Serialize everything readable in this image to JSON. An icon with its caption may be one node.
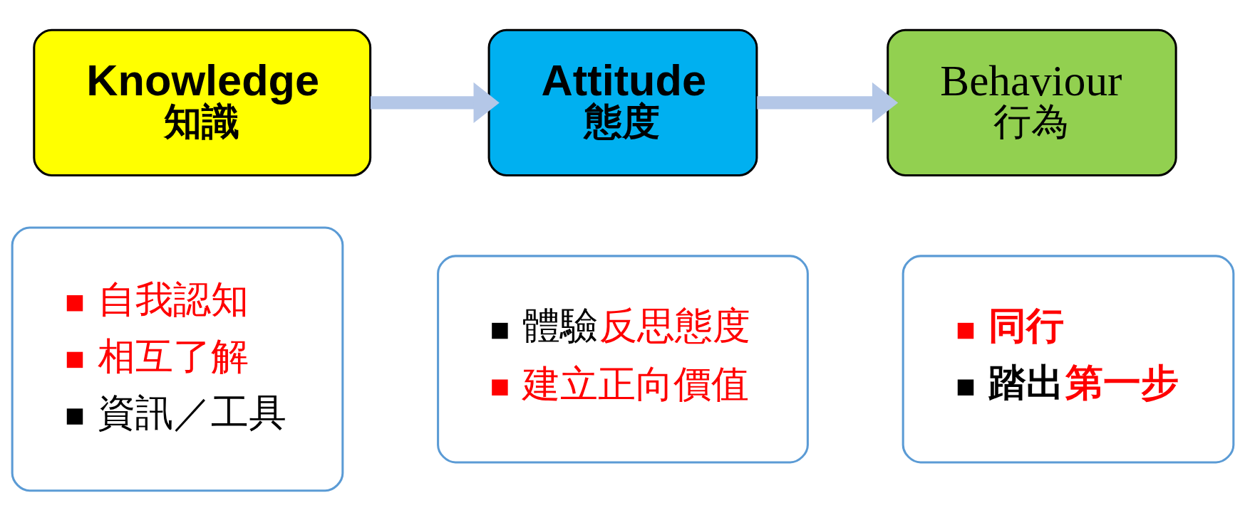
{
  "diagram": {
    "nodes": [
      {
        "text": [
          "Knowledge",
          "知識"
        ]
      },
      {
        "text": [
          "Attitude",
          "態度"
        ]
      },
      {
        "text": [
          "Behaviour",
          "行為"
        ]
      },
      {
        "text": [
          "自我認知",
          "相互了解",
          "資訊／工具"
        ]
      },
      {
        "text": [
          "體驗反思態度",
          "建立正向價值"
        ]
      },
      {
        "text": [
          "同行",
          "踏出第一步"
        ]
      }
    ],
    "edges": [
      {
        "from": 0,
        "to": 1,
        "arrow": "to"
      },
      {
        "from": 1,
        "to": 2,
        "arrow": "to"
      }
    ]
  }
}
